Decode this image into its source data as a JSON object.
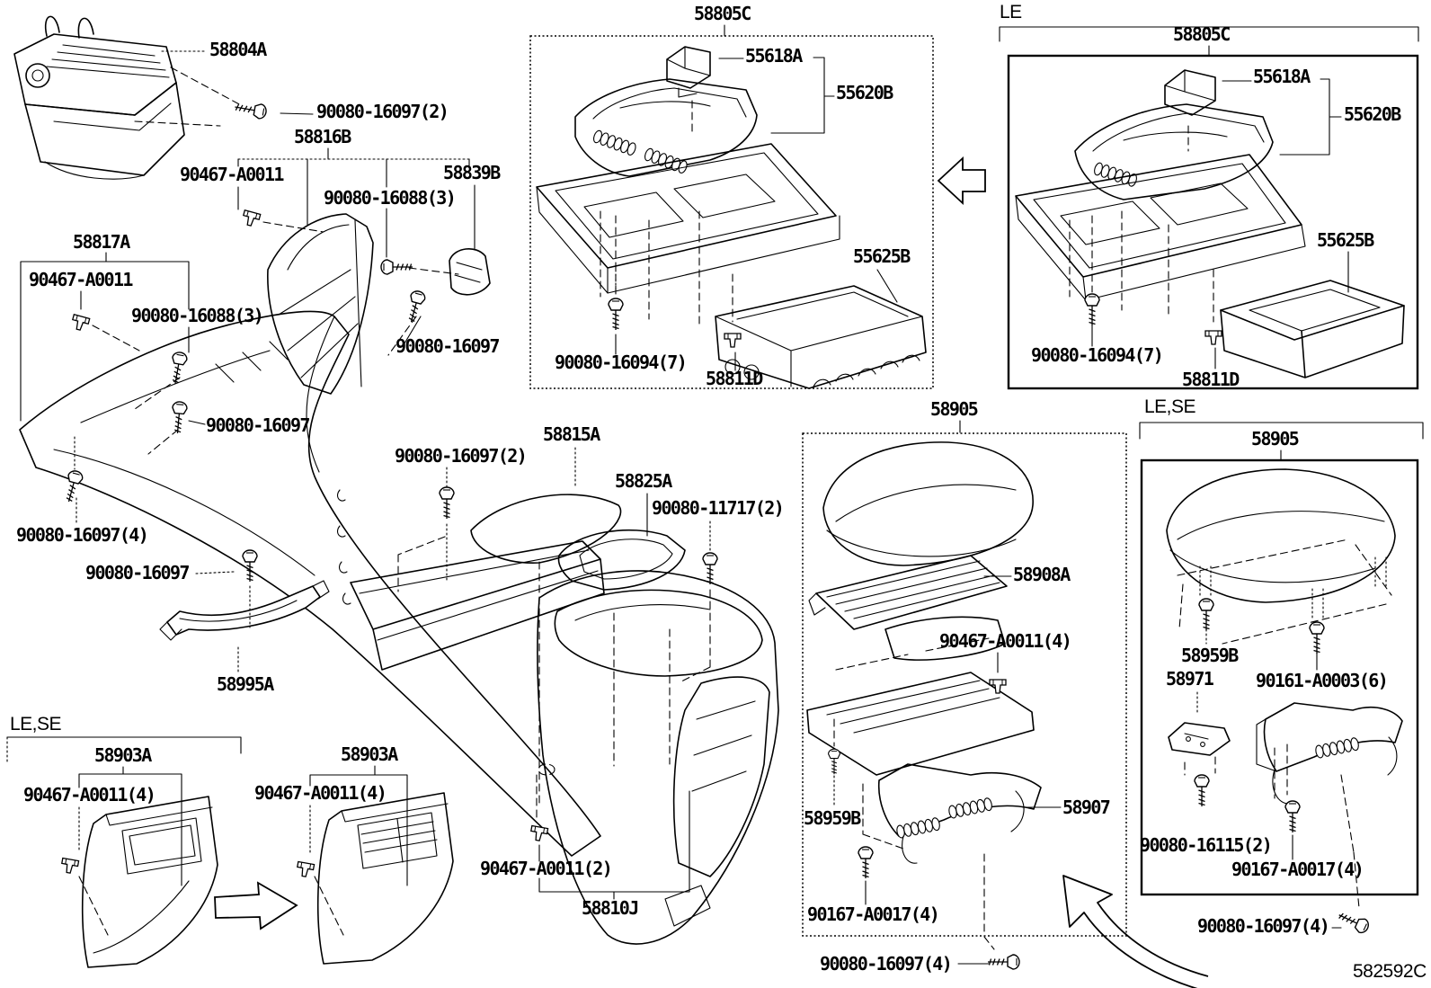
{
  "diagram_code": "582592C",
  "colors": {
    "background": "#ffffff",
    "line": "#000000"
  },
  "labels": {
    "part_58804a": "58804A",
    "screw_90080_16097_2_topleft": "90080-16097(2)",
    "part_58816b": "58816B",
    "clip_90467_a0011_58816b": "90467-A0011",
    "part_58839b": "58839B",
    "screw_90080_16088_3_58816b": "90080-16088(3)",
    "part_58817a": "58817A",
    "clip_90467_a0011_58817a": "90467-A0011",
    "screw_90080_16088_3_58817a": "90080-16088(3)",
    "screw_90080_16097_58816b": "90080-16097",
    "screw_90080_16097_58817a": "90080-16097",
    "screw_90080_16097_4_left": "90080-16097(4)",
    "screw_90080_16097_58995a": "90080-16097",
    "part_58995a": "58995A",
    "trim_le_se_left": "LE,SE",
    "part_58903a_left": "58903A",
    "clip_90467_a0011_4_left": "90467-A0011(4)",
    "part_58903a_right": "58903A",
    "clip_90467_a0011_4_right": "90467-A0011(4)",
    "part_58815a": "58815A",
    "screw_90080_16097_2_center": "90080-16097(2)",
    "part_58825a": "58825A",
    "screw_90080_11717_2": "90080-11717(2)",
    "clip_90467_a0011_2": "90467-A0011(2)",
    "part_58810j": "58810J",
    "box1_part_58805c": "58805C",
    "box1_part_55618a": "55618A",
    "box1_part_55620b": "55620B",
    "box1_part_55625b": "55625B",
    "box1_screw_90080_16094_7": "90080-16094(7)",
    "box1_part_58811d": "58811D",
    "trim_le": "LE",
    "box2_part_58805c": "58805C",
    "box2_part_55618a": "55618A",
    "box2_part_55620b": "55620B",
    "box2_part_55625b": "55625B",
    "box2_screw_90080_16094_7": "90080-16094(7)",
    "box2_part_58811d": "58811D",
    "box3_part_58905": "58905",
    "box3_part_58908a": "58908A",
    "box3_clip_90467_a0011_4": "90467-A0011(4)",
    "box3_part_58959b": "58959B",
    "box3_part_58907": "58907",
    "box3_screw_90167_a0017_4": "90167-A0017(4)",
    "screw_90080_16097_4_center": "90080-16097(4)",
    "trim_le_se_right": "LE,SE",
    "box4_part_58905": "58905",
    "box4_part_58959b": "58959B",
    "box4_part_58971": "58971",
    "box4_screw_90161_a0003_6": "90161-A0003(6)",
    "box4_screw_90080_16115_2": "90080-16115(2)",
    "box4_screw_90167_a0017_4": "90167-A0017(4)",
    "screw_90080_16097_4_right": "90080-16097(4)"
  }
}
